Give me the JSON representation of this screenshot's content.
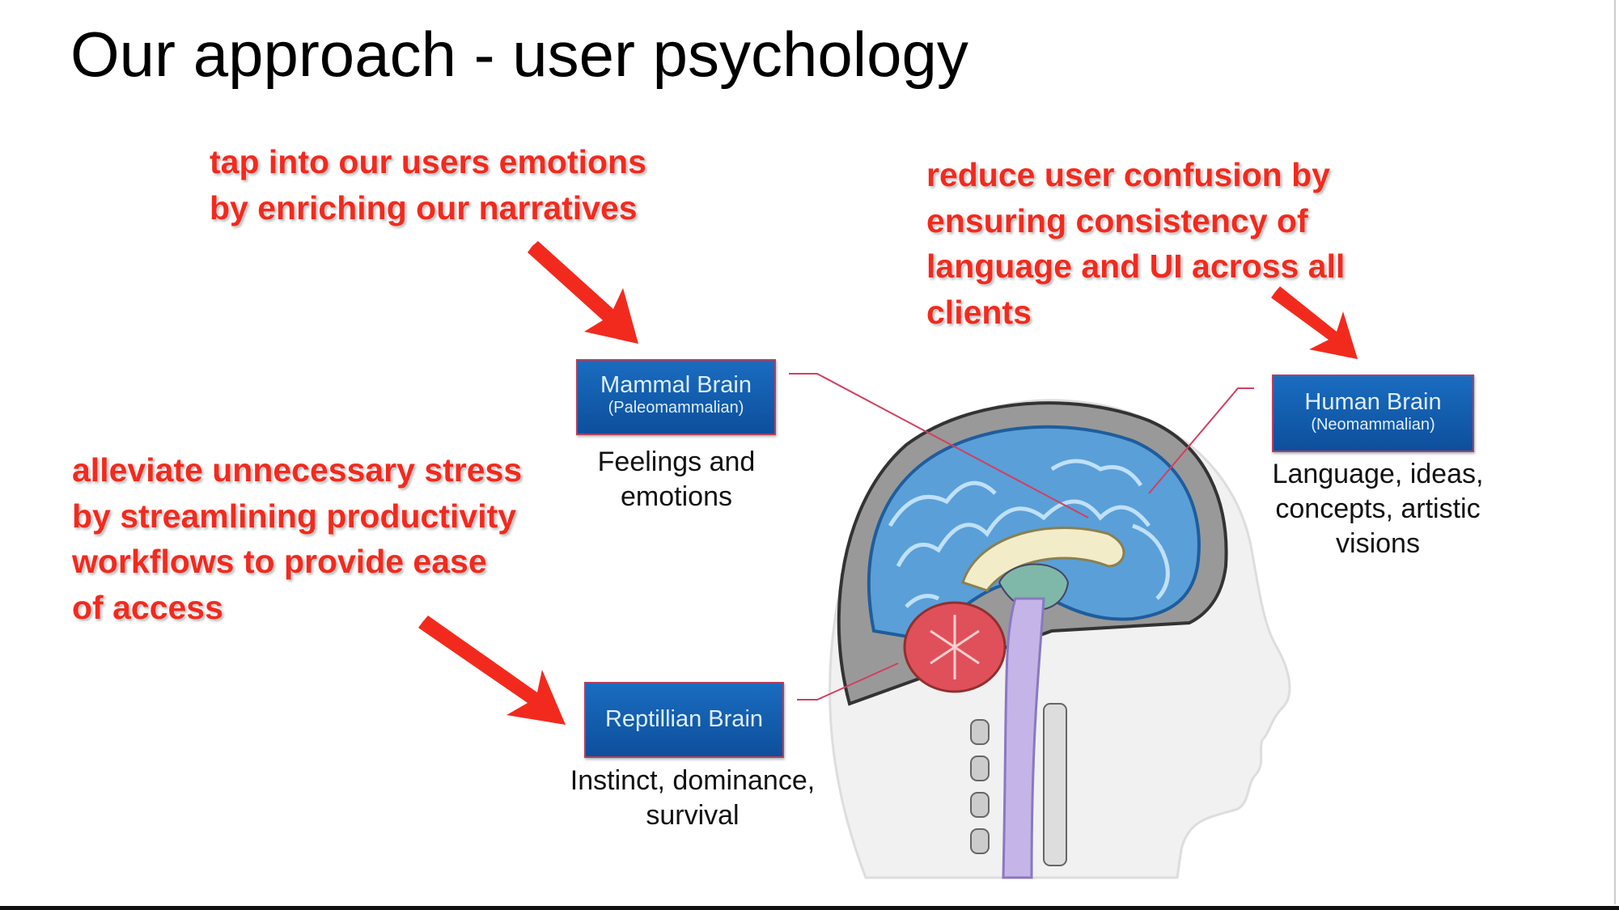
{
  "slide": {
    "title": "Our approach - user psychology",
    "callouts": [
      {
        "lines": [
          "tap into our users emotions",
          "by enriching our narratives"
        ]
      },
      {
        "lines": [
          "reduce user confusion by",
          "ensuring consistency of",
          "language and UI across all",
          "clients"
        ]
      },
      {
        "lines": [
          "alleviate unnecessary stress",
          "by streamlining productivity",
          "workflows to provide ease",
          "of access"
        ]
      }
    ],
    "brain_labels": {
      "mammal": {
        "name": "Mammal Brain",
        "sub": "(Paleomammalian)",
        "desc": [
          "Feelings and",
          "emotions"
        ]
      },
      "reptilian": {
        "name": "Reptillian Brain",
        "desc": [
          "Instinct, dominance,",
          "survival"
        ]
      },
      "human": {
        "name": "Human Brain",
        "sub": "(Neomammalian)",
        "desc": [
          "Language, ideas,",
          "concepts, artistic",
          "visions"
        ]
      }
    },
    "colors": {
      "callout": "#f22a1e",
      "label_box": "#1560b0"
    }
  }
}
